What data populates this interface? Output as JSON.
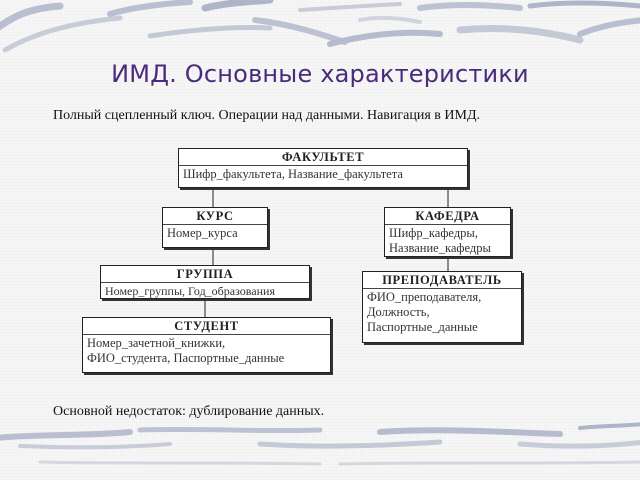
{
  "slide": {
    "title": "ИМД. Основные характеристики",
    "subtitle": "Полный сцепленный ключ. Операции над данными. Навигация в ИМД.",
    "footer": "Основной недостаток: дублирование данных."
  },
  "diagram": {
    "entities": [
      {
        "id": "faculty",
        "name": "ФАКУЛЬТЕТ",
        "attributes": [
          "Шифр_факультета, Название_факультета"
        ]
      },
      {
        "id": "course",
        "name": "КУРС",
        "attributes": [
          "Номер_курса"
        ]
      },
      {
        "id": "department",
        "name": "КАФЕДРА",
        "attributes": [
          "Шифр_кафедры,",
          "Название_кафедры"
        ]
      },
      {
        "id": "group",
        "name": "ГРУППА",
        "attributes": [
          "Номер_группы, Год_образования"
        ]
      },
      {
        "id": "teacher",
        "name": "ПРЕПОДАВАТЕЛЬ",
        "attributes": [
          "ФИО_преподавателя,",
          "Должность,",
          "Паспортные_данные"
        ]
      },
      {
        "id": "student",
        "name": "СТУДЕНТ",
        "attributes": [
          "Номер_зачетной_книжки,",
          "ФИО_студента, Паспортные_данные"
        ]
      }
    ],
    "edges": [
      [
        "faculty",
        "course"
      ],
      [
        "faculty",
        "department"
      ],
      [
        "course",
        "group"
      ],
      [
        "department",
        "teacher"
      ],
      [
        "group",
        "student"
      ]
    ]
  }
}
